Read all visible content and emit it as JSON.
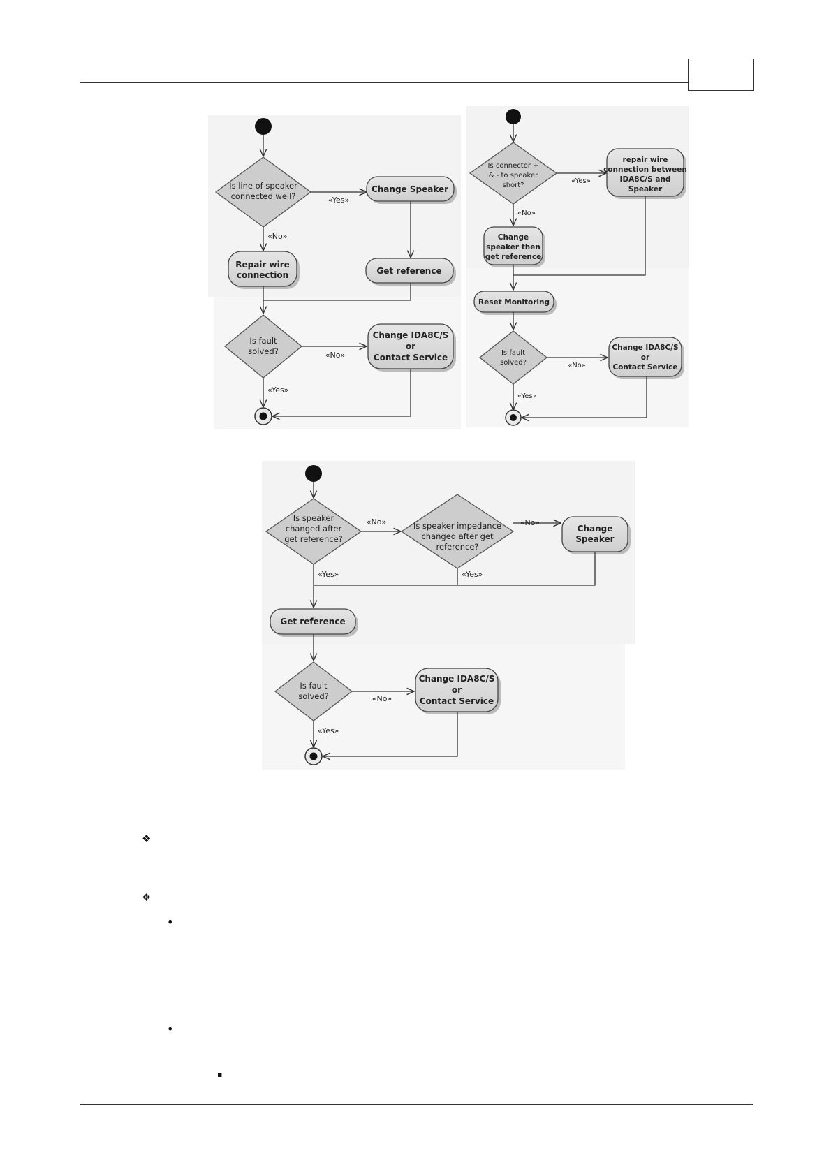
{
  "header": {
    "page_box": ""
  },
  "diagram1": {
    "decision1": [
      "Is line of speaker",
      "connected well?"
    ],
    "yes_label": "«Yes»",
    "no_label": "«No»",
    "change_speaker": "Change Speaker",
    "repair_wire": [
      "Repair wire",
      "connection"
    ],
    "get_reference": "Get reference",
    "decision2": [
      "Is fault",
      "solved?"
    ],
    "no_label2": "«No»",
    "change_ida": [
      "Change IDA8C/S",
      "or",
      "Contact Service"
    ],
    "yes_label2": "«Yes»"
  },
  "diagram2": {
    "decision1": [
      "Is connector +",
      "& - to speaker",
      "short?"
    ],
    "yes_label": "«Yes»",
    "repair_wire": [
      "repair wire",
      "connection between",
      "IDA8C/S and",
      "Speaker"
    ],
    "no_label": "«No»",
    "change_speaker": [
      "Change",
      "speaker then",
      "get reference"
    ],
    "reset_monitoring": "Reset Monitoring",
    "decision2": [
      "Is fault",
      "solved?"
    ],
    "no_label2": "«No»",
    "change_ida": [
      "Change IDA8C/S",
      "or",
      "Contact Service"
    ],
    "yes_label2": "«Yes»"
  },
  "diagram3": {
    "decision1": [
      "Is speaker",
      "changed after",
      "get reference?"
    ],
    "no_label1": "«No»",
    "decision2": [
      "Is speaker impedance",
      "changed after get",
      "reference?"
    ],
    "no_label2": "«No»",
    "change_speaker": [
      "Change",
      "Speaker"
    ],
    "yes_label1": "«Yes»",
    "yes_label2": "«Yes»",
    "get_reference": "Get reference",
    "decision3": [
      "Is fault",
      "solved?"
    ],
    "no_label3": "«No»",
    "change_ida": [
      "Change IDA8C/S",
      "or",
      "Contact Service"
    ],
    "yes_label3": "«Yes»"
  },
  "bullets": {
    "diamond_glyph": "❖",
    "dot_glyph": "•",
    "square_glyph": "▪"
  }
}
